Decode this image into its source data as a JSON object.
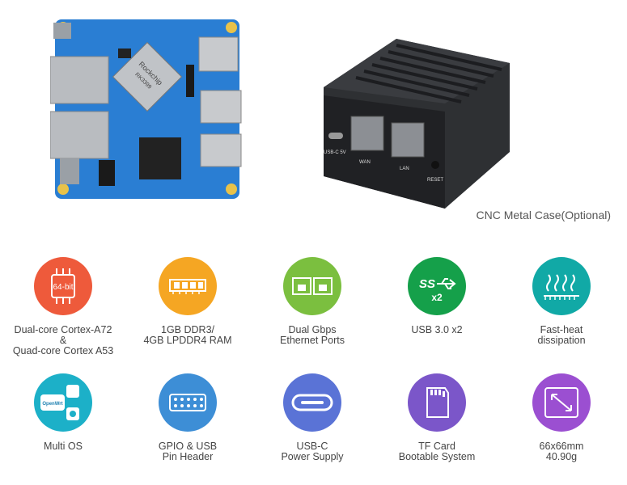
{
  "case_caption": "CNC Metal Case(Optional)",
  "case_labels": {
    "usbc": "USB-C 5V",
    "wan": "WAN",
    "lan": "LAN",
    "reset": "RESET"
  },
  "chip_labels": {
    "brand": "Rockchip",
    "model": "RK3399"
  },
  "features": [
    {
      "label": "Dual-core Cortex-A72\n&\nQuad-core Cortex A53",
      "color": "#ee5a3b",
      "icon": "cpu-icon",
      "icon_text": "64-bit"
    },
    {
      "label": "1GB DDR3/\n4GB LPDDR4 RAM",
      "color": "#f5a623",
      "icon": "ram-icon"
    },
    {
      "label": "Dual Gbps\nEthernet Ports",
      "color": "#7bbf3f",
      "icon": "ethernet-icon"
    },
    {
      "label": "USB 3.0 x2",
      "color": "#15a04a",
      "icon": "usb-icon",
      "icon_text": "SS",
      "icon_text2": "x2"
    },
    {
      "label": "Fast-heat\ndissipation",
      "color": "#11a9a6",
      "icon": "heat-icon"
    },
    {
      "label": "Multi OS",
      "color": "#1cb0c8",
      "icon": "os-icon",
      "icon_text": "OpenWrt"
    },
    {
      "label": "GPIO & USB\nPin Header",
      "color": "#3d8ed6",
      "icon": "pin-header-icon"
    },
    {
      "label": "USB-C\nPower Supply",
      "color": "#5a73d6",
      "icon": "usb-c-icon"
    },
    {
      "label": "TF Card\nBootable System",
      "color": "#7b56c9",
      "icon": "tf-card-icon"
    },
    {
      "label": "66x66mm\n40.90g",
      "color": "#9b4fd1",
      "icon": "size-icon"
    }
  ]
}
